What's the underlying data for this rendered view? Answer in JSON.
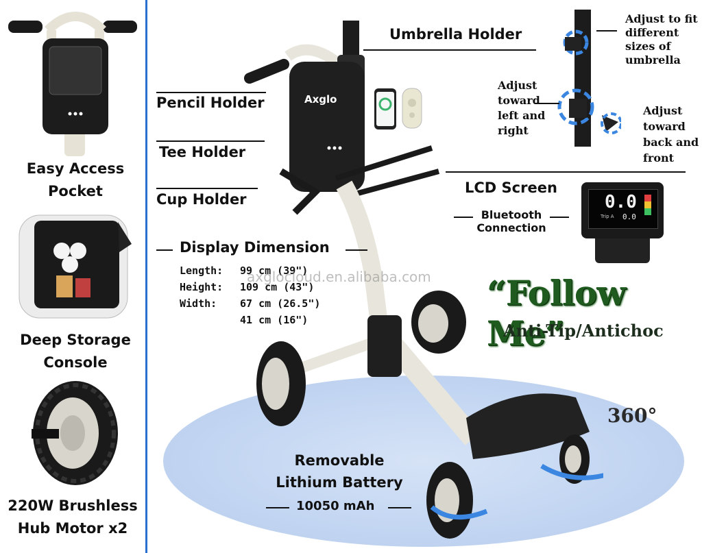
{
  "left_panel": {
    "easy_access_title": "Easy Access\nPocket",
    "deep_storage_title": "Deep Storage\nConsole",
    "motor_title": "220W Brushless\nHub Motor  x2"
  },
  "callouts": {
    "umbrella_holder": "Umbrella Holder",
    "pencil_holder": "Pencil Holder",
    "tee_holder": "Tee Holder",
    "cup_holder": "Cup Holder",
    "display_dimension": "Display Dimension",
    "lcd_screen": "LCD Screen",
    "bluetooth": "Bluetooth\nConnection",
    "battery_line1": "Removable",
    "battery_line2": "Lithium Battery",
    "battery_capacity": "10050 mAh"
  },
  "dimensions": [
    {
      "label": "Length:",
      "value": "99 cm (39\")"
    },
    {
      "label": "Height:",
      "value": "109 cm (43\")"
    },
    {
      "label": "Width:",
      "value": "67 cm (26.5\")"
    },
    {
      "label": "",
      "value": "41 cm (16\")"
    }
  ],
  "umbrella_notes": {
    "fit": "Adjust to fit\ndifferent\nsizes of\numbrella",
    "left_right": "Adjust\ntoward\nleft and\nright",
    "back_front": "Adjust\ntoward\nback and\nfront"
  },
  "follow_me": "“Follow Me”",
  "anti_tip": "Anti-Tip/Antichoc",
  "rotation": "360°",
  "brand": "Axglo",
  "lcd_readout": "0.0",
  "lcd_sub": "0.0",
  "lcd_mode": "Trip A",
  "watermark": "axglocloud.en.alibaba.com",
  "colors": {
    "divider": "#2a6fd1",
    "ellipse": "#c3d6f2",
    "cart_frame": "#e8e6dc",
    "follow_green": "#1f5a1f"
  }
}
